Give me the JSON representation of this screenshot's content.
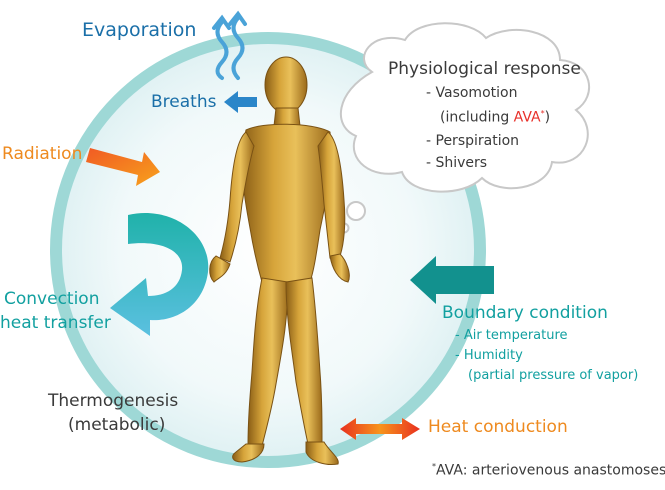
{
  "labels": {
    "evaporation": "Evaporation",
    "breaths": "Breaths",
    "radiation": "Radiation",
    "convection_line1": "Convection",
    "convection_line2": "heat transfer",
    "thermogenesis_line1": "Thermogenesis",
    "thermogenesis_line2": "(metabolic)",
    "heat_conduction": "Heat conduction"
  },
  "physiological": {
    "title": "Physiological response",
    "items": [
      "- Vasomotion",
      "(including ",
      "AVA",
      "*",
      ")",
      "- Perspiration",
      "- Shivers"
    ]
  },
  "boundary": {
    "title": "Boundary condition",
    "items": [
      "- Air temperature",
      "- Humidity",
      "(partial pressure of vapor)"
    ]
  },
  "footnote": {
    "mark": "*",
    "text": "AVA: arteriovenous anastomoses"
  },
  "colors": {
    "circle": "#9ed8d6",
    "blue_text": "#1a6fa8",
    "orange_text": "#ee8a1f",
    "teal_text": "#12a0a0",
    "ava_red": "#e8302a",
    "body_gold": "#c9952f"
  }
}
